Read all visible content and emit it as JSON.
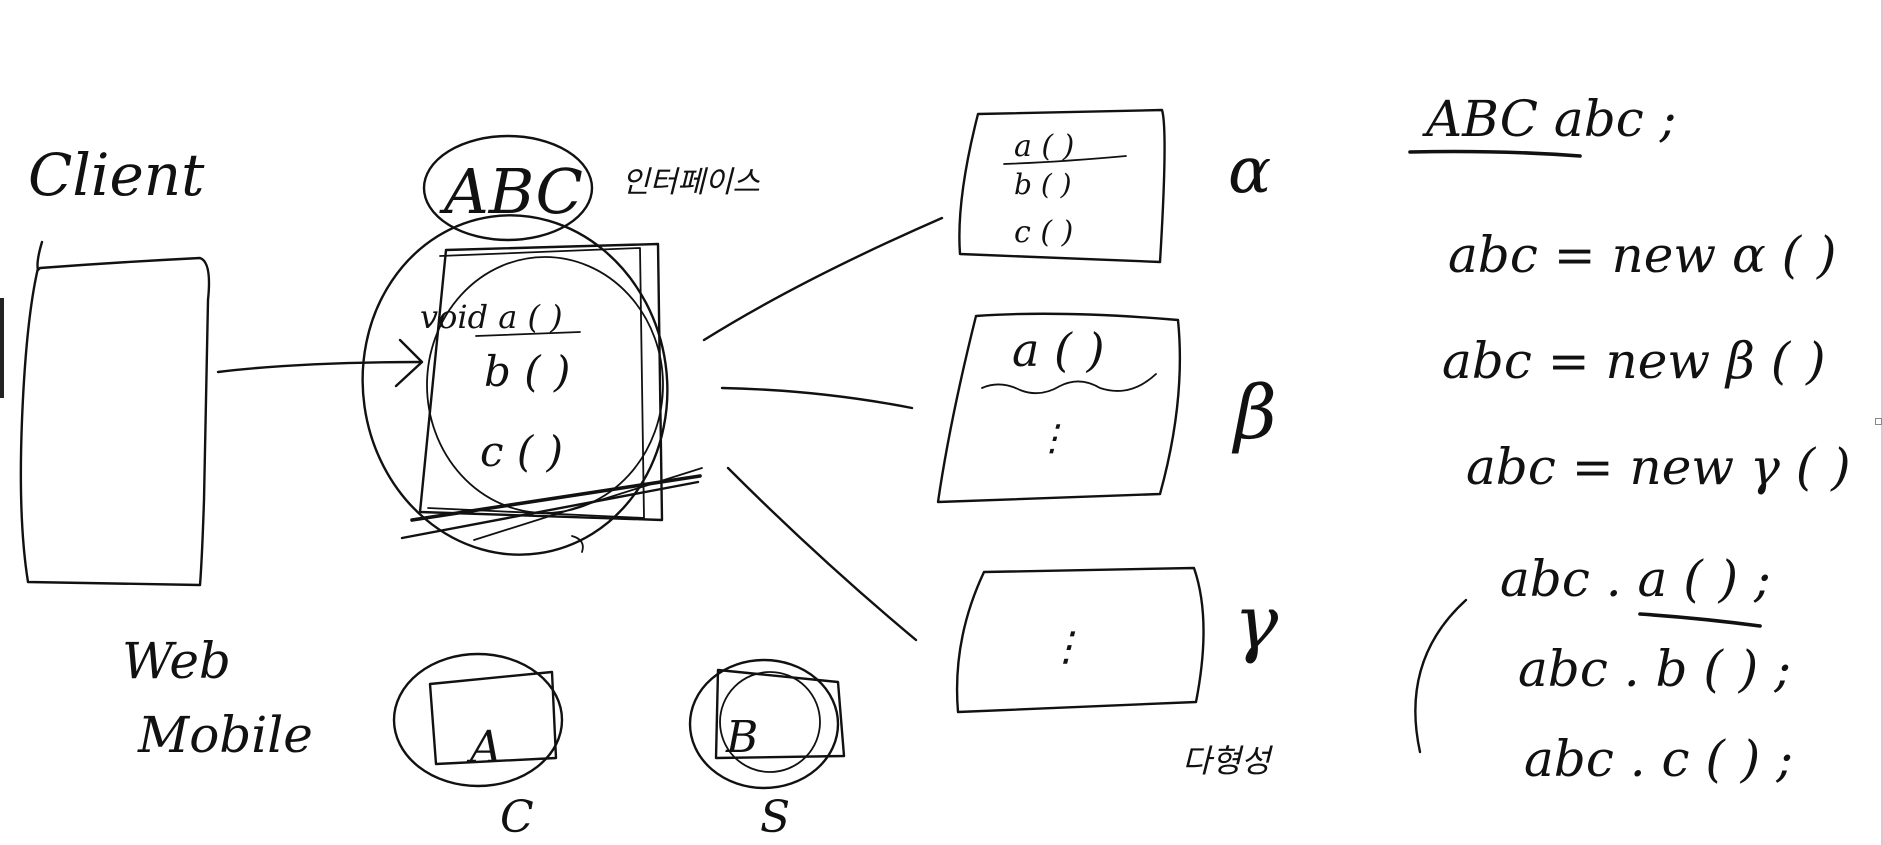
{
  "client_label": "Client",
  "web_label": "Web",
  "mobile_label": "Mobile",
  "interface_box": {
    "title": "ABC",
    "note": "인터페이스",
    "methods": [
      "void a ( )",
      "b ( )",
      "c ( )"
    ]
  },
  "small_boxes": [
    {
      "label": "A",
      "sub": "C"
    },
    {
      "label": "B",
      "sub": "S"
    }
  ],
  "implementations": [
    {
      "symbol": "α",
      "methods": [
        "a ( )",
        "b ( )",
        "c ( )"
      ]
    },
    {
      "symbol": "β",
      "methods": [
        "a ( )",
        "⋮"
      ]
    },
    {
      "symbol": "γ",
      "methods": [
        "⋮"
      ]
    }
  ],
  "impl_caption": "다형성",
  "code_lines": [
    "ABC  abc ;",
    "abc = new α ( )",
    "abc = new β ( )",
    "abc = new γ ( )",
    "abc . a ( ) ;",
    "abc . b ( ) ;",
    "abc . c ( ) ;"
  ],
  "colors": {
    "ink": "#111111",
    "background": "#ffffff"
  }
}
